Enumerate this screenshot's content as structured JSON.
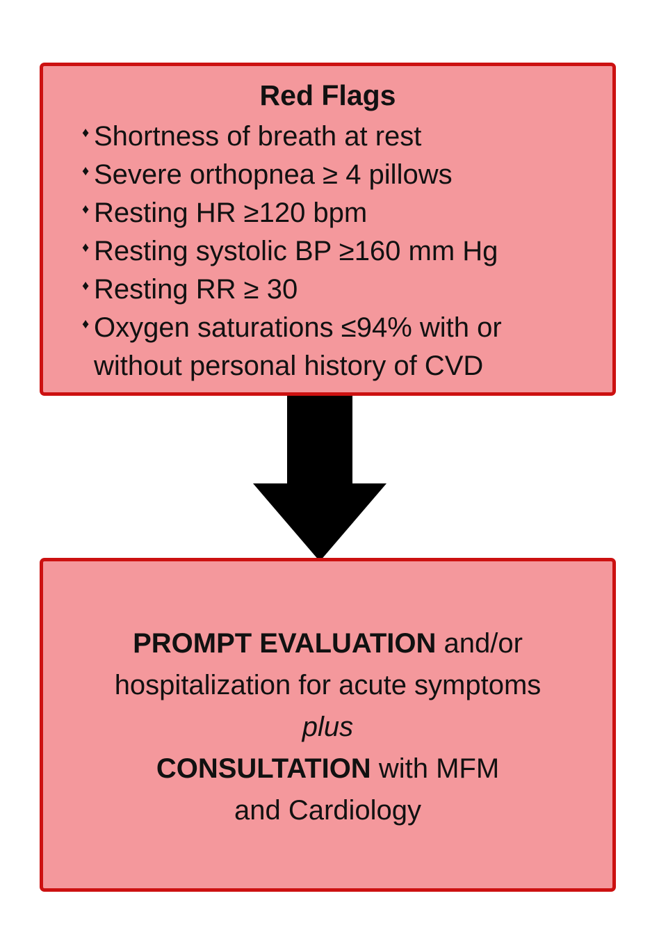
{
  "red_flags": {
    "title": "Red Flags",
    "items": [
      "Shortness of breath at rest",
      "Severe orthopnea ≥ 4 pillows",
      "Resting HR ≥120 bpm",
      "Resting systolic BP ≥160 mm Hg",
      "Resting RR ≥ 30",
      "Oxygen saturations ≤94% with or\nwithout personal history of CVD"
    ],
    "bullet": "♦"
  },
  "action": {
    "line1_bold": "PROMPT EVALUATION",
    "line1_rest": " and/or",
    "line2": "hospitalization for acute symptoms",
    "line3_italic": "plus",
    "line4_bold": "CONSULTATION",
    "line4_rest": " with MFM",
    "line5": "and Cardiology"
  },
  "colors": {
    "box_fill": "#f4989c",
    "box_border": "#cc1111",
    "arrow": "#000000"
  }
}
